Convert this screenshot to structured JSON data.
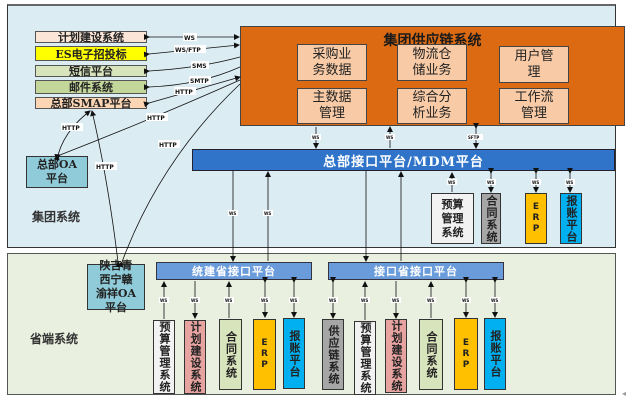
{
  "regions": {
    "group": "集团系统",
    "province": "省端系统"
  },
  "external_systems": [
    {
      "label": "计划建设系统",
      "color": "#fbe5d6",
      "protocol": "WS"
    },
    {
      "label": "ES电子招投标",
      "color": "#ffff00",
      "protocol": "WS/FTP"
    },
    {
      "label": "短信平台",
      "color": "#d8e4bc",
      "protocol": "SMS"
    },
    {
      "label": "邮件系统",
      "color": "#c4d79b",
      "protocol": "SMTP"
    },
    {
      "label": "总部SMAP平台",
      "color": "#fcd5b4",
      "protocol": "HTTP"
    }
  ],
  "core": {
    "title": "集团供应链系统",
    "modules": [
      {
        "label": "采购业务数据"
      },
      {
        "label": "物流仓储业务"
      },
      {
        "label": "用户管理"
      },
      {
        "label": "主数据管理"
      },
      {
        "label": "综合分析业务"
      },
      {
        "label": "工作流管理"
      }
    ]
  },
  "hq_oa": {
    "label": "总部OA平台"
  },
  "hq_bus": {
    "label": "总部接口平台/MDM平台"
  },
  "core_to_bus_protocols": [
    "WS",
    "WS",
    "SFTP"
  ],
  "hq_children": [
    {
      "label": "预算管理系统",
      "color": "#f2f2f2",
      "protocol": "WS"
    },
    {
      "label": "合同系统",
      "color": "#a6a6a6",
      "protocol": "WS"
    },
    {
      "label": "ERP",
      "color": "#ffc000",
      "protocol": "WS"
    },
    {
      "label": "报账平台",
      "color": "#00b0f0",
      "protocol": "WS"
    }
  ],
  "http_labels": [
    "HTTP",
    "HTTP",
    "HTTP",
    "HTTP",
    "HTTP"
  ],
  "province_oa": {
    "label": "陕吉青西宁赣渝祥OA平台"
  },
  "bus_to_province_protocols": [
    "WS",
    "WS"
  ],
  "province_bus_1": {
    "label": "统建省接口平台",
    "children": [
      {
        "label": "预算管理系统",
        "color": "#f2f2f2",
        "protocol": "WS"
      },
      {
        "label": "计划建设系统",
        "color": "#e6a3a0",
        "protocol": "WS"
      },
      {
        "label": "合同系统",
        "color": "#d8e4bc",
        "protocol": "WS"
      },
      {
        "label": "ERP",
        "color": "#ffc000",
        "protocol": "WS"
      },
      {
        "label": "报账平台",
        "color": "#00b0f0",
        "protocol": "WS"
      }
    ]
  },
  "province_bus_2": {
    "label": "接口省接口平台",
    "children": [
      {
        "label": "供应链系统",
        "color": "#a6a6a6",
        "protocol": "WS"
      },
      {
        "label": "预算管理系统",
        "color": "#f2f2f2",
        "protocol": "WS"
      },
      {
        "label": "计划建设系统",
        "color": "#e6a3a0",
        "protocol": "WS"
      },
      {
        "label": "合同系统",
        "color": "#d8e4bc",
        "protocol": "WS"
      },
      {
        "label": "ERP",
        "color": "#ffc000",
        "protocol": "WS"
      },
      {
        "label": "报账平台",
        "color": "#00b0f0",
        "protocol": "WS"
      }
    ]
  }
}
